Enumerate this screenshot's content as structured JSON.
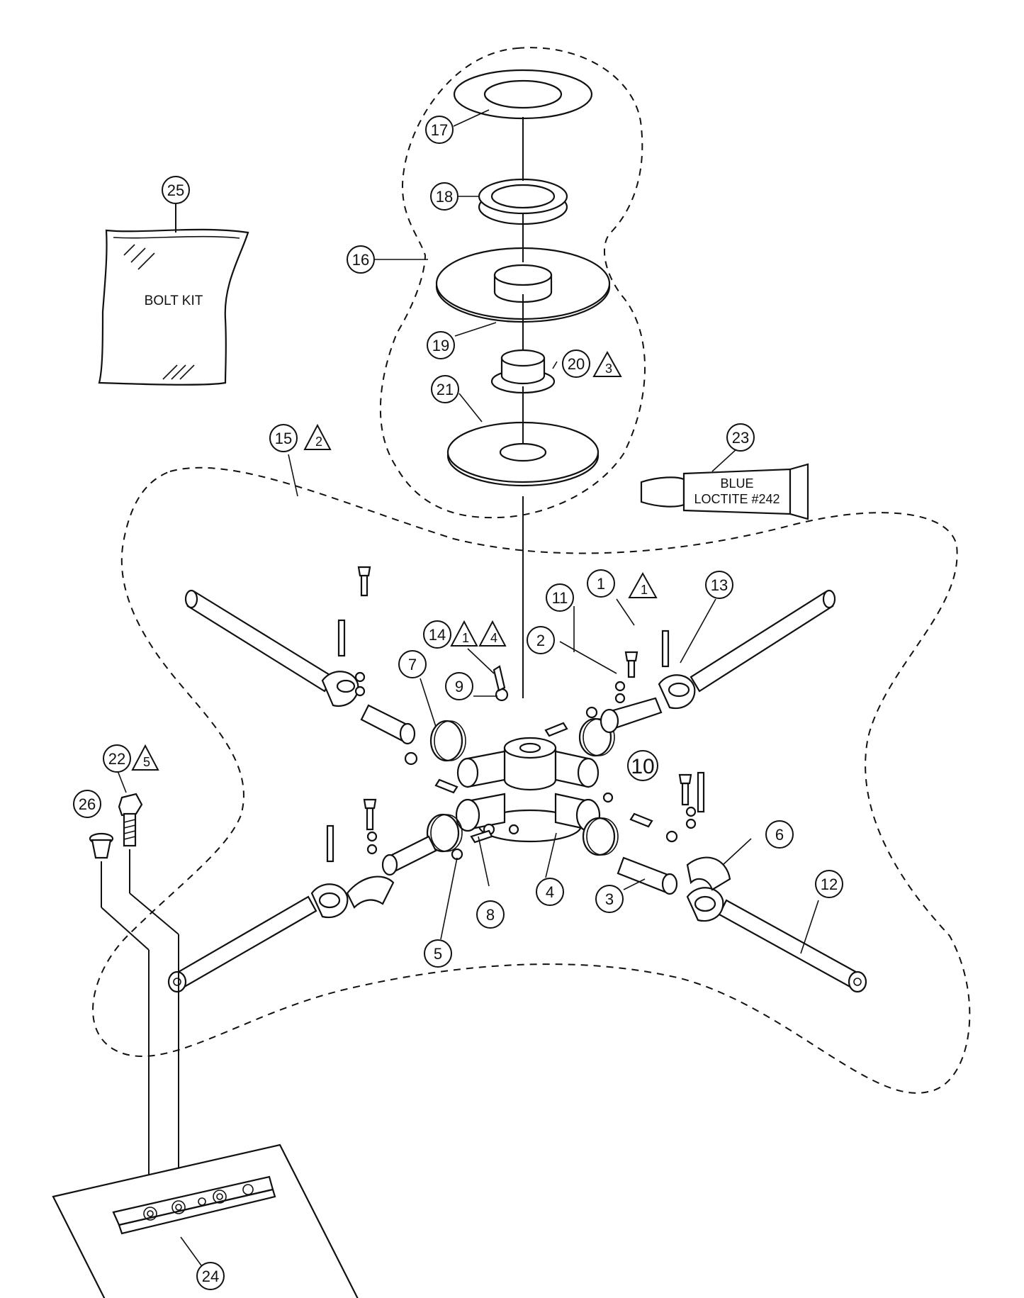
{
  "callouts": [
    "1",
    "2",
    "3",
    "4",
    "5",
    "6",
    "7",
    "8",
    "9",
    "10",
    "11",
    "12",
    "13",
    "14",
    "15",
    "16",
    "17",
    "18",
    "19",
    "20",
    "21",
    "22",
    "23",
    "24",
    "25",
    "26"
  ],
  "notes": [
    "1",
    "2",
    "3",
    "4",
    "5"
  ],
  "bolt_kit_label": "BOLT KIT",
  "loctite_label_line1": "BLUE",
  "loctite_label_line2": "LOCTITE #242"
}
